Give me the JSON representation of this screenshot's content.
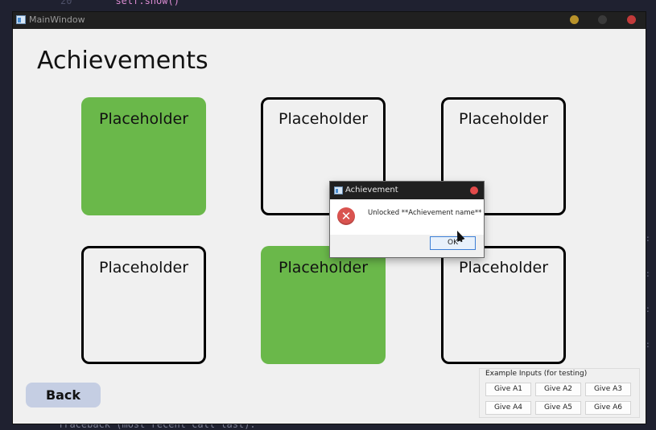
{
  "editor": {
    "top_line_number": "20",
    "top_line_code": "self.show()",
    "bottom_line_code": "Traceback (most recent call last):"
  },
  "window": {
    "title": "MainWindow"
  },
  "page": {
    "title": "Achievements"
  },
  "tiles": [
    {
      "label": "Placeholder",
      "unlocked": true
    },
    {
      "label": "Placeholder",
      "unlocked": false
    },
    {
      "label": "Placeholder",
      "unlocked": false
    },
    {
      "label": "Placeholder",
      "unlocked": false
    },
    {
      "label": "Placeholder",
      "unlocked": true
    },
    {
      "label": "Placeholder",
      "unlocked": false
    }
  ],
  "back_button": {
    "label": "Back"
  },
  "test_inputs": {
    "title": "Example Inputs (for testing)",
    "buttons": [
      "Give A1",
      "Give A2",
      "Give A3",
      "Give A4",
      "Give A5",
      "Give A6"
    ]
  },
  "dialog": {
    "title": "Achievement",
    "message": "Unlocked **Achievement name**",
    "ok_label": "OK"
  },
  "icons": {
    "error": "error-x-icon",
    "app": "window-app-icon",
    "cursor": "mouse-pointer-icon"
  },
  "colors": {
    "unlocked_tile": "#6ab84a",
    "back_button": "#c5cee3",
    "titlebar": "#202020",
    "error": "#d9534f"
  }
}
